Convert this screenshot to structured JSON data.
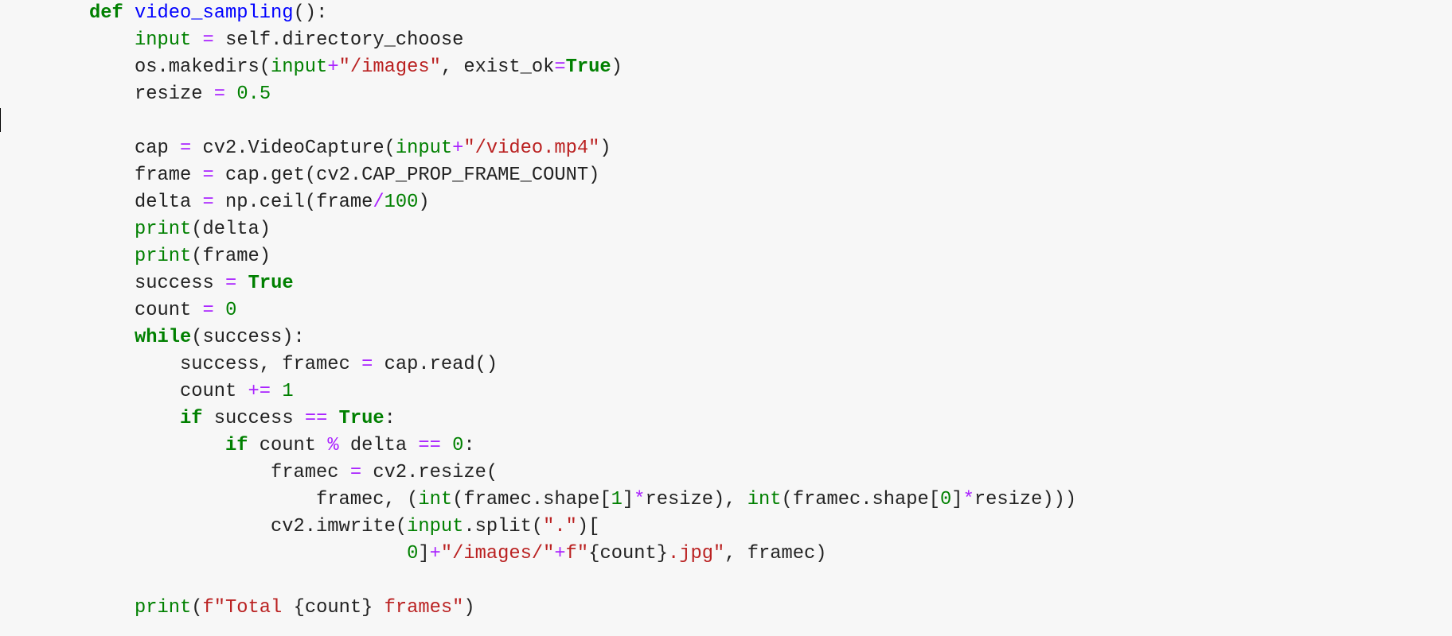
{
  "editor": {
    "indent_unit": "    ",
    "lines": [
      {
        "indent": 0,
        "tokens": [
          [
            "def",
            "k"
          ],
          [
            " ",
            "p"
          ],
          [
            "video_sampling",
            "f"
          ],
          [
            "():",
            "p"
          ]
        ]
      },
      {
        "indent": 1,
        "tokens": [
          [
            "input",
            "b"
          ],
          [
            " ",
            "p"
          ],
          [
            "=",
            "o"
          ],
          [
            " self.directory_choose",
            "p"
          ]
        ]
      },
      {
        "indent": 1,
        "tokens": [
          [
            "os.makedirs(",
            "p"
          ],
          [
            "input",
            "b"
          ],
          [
            "+",
            "o"
          ],
          [
            "\"/images\"",
            "s"
          ],
          [
            ", exist_ok",
            "p"
          ],
          [
            "=",
            "o"
          ],
          [
            "True",
            "bb"
          ],
          [
            ")",
            "p"
          ]
        ]
      },
      {
        "indent": 1,
        "tokens": [
          [
            "resize ",
            "p"
          ],
          [
            "=",
            "o"
          ],
          [
            " ",
            "p"
          ],
          [
            "0.5",
            "n"
          ]
        ]
      },
      {
        "indent": 0,
        "tokens": []
      },
      {
        "indent": 1,
        "tokens": [
          [
            "cap ",
            "p"
          ],
          [
            "=",
            "o"
          ],
          [
            " cv2.VideoCapture(",
            "p"
          ],
          [
            "input",
            "b"
          ],
          [
            "+",
            "o"
          ],
          [
            "\"/video.mp4\"",
            "s"
          ],
          [
            ")",
            "p"
          ]
        ]
      },
      {
        "indent": 1,
        "tokens": [
          [
            "frame ",
            "p"
          ],
          [
            "=",
            "o"
          ],
          [
            " cap.get(cv2.CAP_PROP_FRAME_COUNT)",
            "p"
          ]
        ]
      },
      {
        "indent": 1,
        "tokens": [
          [
            "delta ",
            "p"
          ],
          [
            "=",
            "o"
          ],
          [
            " np.ceil(frame",
            "p"
          ],
          [
            "/",
            "o"
          ],
          [
            "100",
            "n"
          ],
          [
            ")",
            "p"
          ]
        ]
      },
      {
        "indent": 1,
        "tokens": [
          [
            "print",
            "b"
          ],
          [
            "(delta)",
            "p"
          ]
        ]
      },
      {
        "indent": 1,
        "tokens": [
          [
            "print",
            "b"
          ],
          [
            "(frame)",
            "p"
          ]
        ]
      },
      {
        "indent": 1,
        "tokens": [
          [
            "success ",
            "p"
          ],
          [
            "=",
            "o"
          ],
          [
            " ",
            "p"
          ],
          [
            "True",
            "bb"
          ]
        ]
      },
      {
        "indent": 1,
        "tokens": [
          [
            "count ",
            "p"
          ],
          [
            "=",
            "o"
          ],
          [
            " ",
            "p"
          ],
          [
            "0",
            "n"
          ]
        ]
      },
      {
        "indent": 1,
        "tokens": [
          [
            "while",
            "k"
          ],
          [
            "(success):",
            "p"
          ]
        ]
      },
      {
        "indent": 2,
        "tokens": [
          [
            "success, framec ",
            "p"
          ],
          [
            "=",
            "o"
          ],
          [
            " cap.read()",
            "p"
          ]
        ]
      },
      {
        "indent": 2,
        "tokens": [
          [
            "count ",
            "p"
          ],
          [
            "+=",
            "o"
          ],
          [
            " ",
            "p"
          ],
          [
            "1",
            "n"
          ]
        ]
      },
      {
        "indent": 2,
        "tokens": [
          [
            "if",
            "k"
          ],
          [
            " success ",
            "p"
          ],
          [
            "==",
            "o"
          ],
          [
            " ",
            "p"
          ],
          [
            "True",
            "bb"
          ],
          [
            ":",
            "p"
          ]
        ]
      },
      {
        "indent": 3,
        "tokens": [
          [
            "if",
            "k"
          ],
          [
            " count ",
            "p"
          ],
          [
            "%",
            "o"
          ],
          [
            " delta ",
            "p"
          ],
          [
            "==",
            "o"
          ],
          [
            " ",
            "p"
          ],
          [
            "0",
            "n"
          ],
          [
            ":",
            "p"
          ]
        ]
      },
      {
        "indent": 4,
        "tokens": [
          [
            "framec ",
            "p"
          ],
          [
            "=",
            "o"
          ],
          [
            " cv2.resize(",
            "p"
          ]
        ]
      },
      {
        "indent": 5,
        "tokens": [
          [
            "framec, (",
            "p"
          ],
          [
            "int",
            "b"
          ],
          [
            "(framec.shape[",
            "p"
          ],
          [
            "1",
            "n"
          ],
          [
            "]",
            "p"
          ],
          [
            "*",
            "o"
          ],
          [
            "resize), ",
            "p"
          ],
          [
            "int",
            "b"
          ],
          [
            "(framec.shape[",
            "p"
          ],
          [
            "0",
            "n"
          ],
          [
            "]",
            "p"
          ],
          [
            "*",
            "o"
          ],
          [
            "resize)))",
            "p"
          ]
        ]
      },
      {
        "indent": 4,
        "tokens": [
          [
            "cv2.imwrite(",
            "p"
          ],
          [
            "input",
            "b"
          ],
          [
            ".split(",
            "p"
          ],
          [
            "\".\"",
            "s"
          ],
          [
            ")[",
            "p"
          ]
        ]
      },
      {
        "indent": 7,
        "tokens": [
          [
            "0",
            "n"
          ],
          [
            "]",
            "p"
          ],
          [
            "+",
            "o"
          ],
          [
            "\"/images/\"",
            "s"
          ],
          [
            "+",
            "o"
          ],
          [
            "f\"",
            "s"
          ],
          [
            "{count}",
            "p"
          ],
          [
            ".jpg\"",
            "s"
          ],
          [
            ", framec)",
            "p"
          ]
        ]
      },
      {
        "indent": 0,
        "tokens": []
      },
      {
        "indent": 1,
        "tokens": [
          [
            "print",
            "b"
          ],
          [
            "(",
            "p"
          ],
          [
            "f\"Total ",
            "s"
          ],
          [
            "{count}",
            "p"
          ],
          [
            " frames\"",
            "s"
          ],
          [
            ")",
            "p"
          ]
        ]
      }
    ]
  }
}
